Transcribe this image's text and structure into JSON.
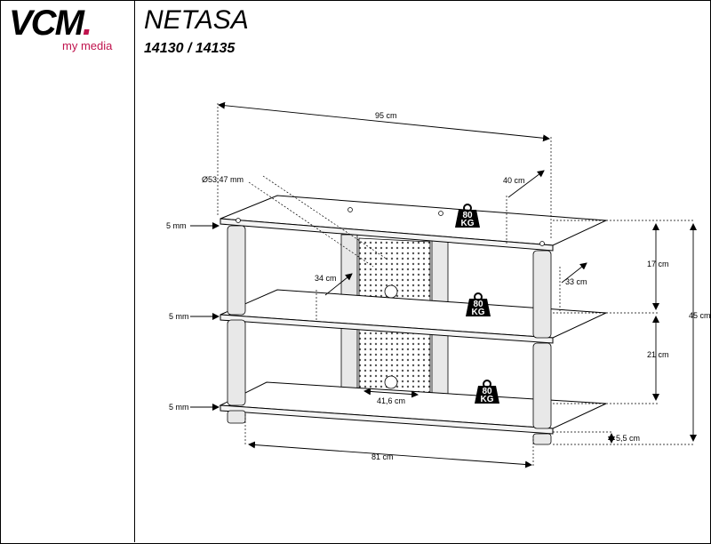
{
  "brand": {
    "name": "VCM",
    "dot": ".",
    "tagline": "my media",
    "accent": "#c0134d"
  },
  "product": {
    "name": "NETASA",
    "models": "14130 / 14135"
  },
  "dimensions": {
    "width_top": "95 cm",
    "width_bottom": "81 cm",
    "depth": "40 cm",
    "shelf_depth": "34 cm",
    "cable_hole": "Ø53,47 mm",
    "panel_width": "41,6 cm",
    "inner_depth": "33 cm",
    "height_upper": "17 cm",
    "height_lower": "21 cm",
    "height_total": "45 cm",
    "foot_height": "5,5 cm",
    "glass_top": "5 mm",
    "glass_middle": "5 mm",
    "glass_bottom": "5 mm"
  },
  "weights": [
    {
      "line1": "80",
      "line2": "KG"
    },
    {
      "line1": "80",
      "line2": "KG"
    },
    {
      "line1": "80",
      "line2": "KG"
    }
  ]
}
